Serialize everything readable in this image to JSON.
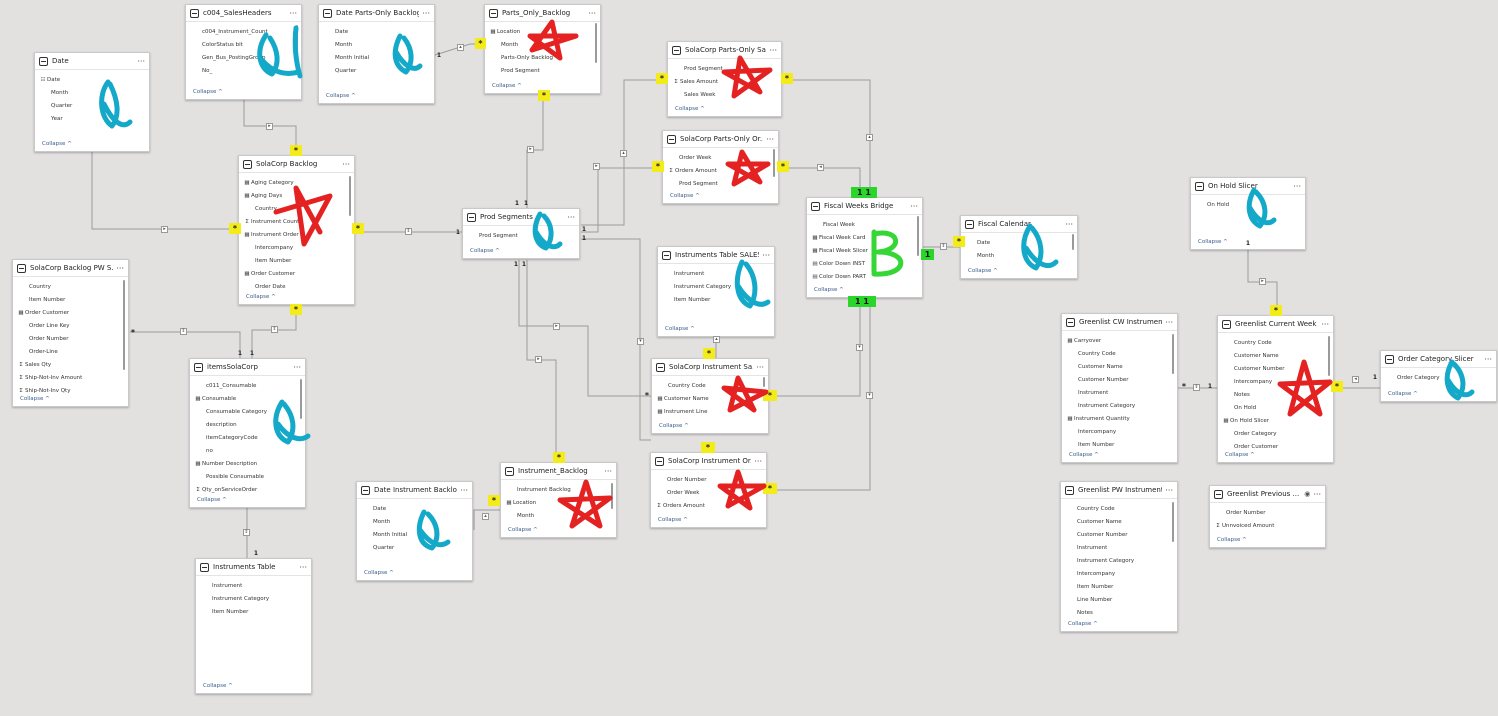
{
  "tables": [
    {
      "id": "date",
      "title": "Date",
      "rows": [
        {
          "icon": "hier",
          "text": "Date"
        },
        {
          "icon": "",
          "text": "Month"
        },
        {
          "icon": "",
          "text": "Quarter"
        },
        {
          "icon": "",
          "text": "Year"
        }
      ],
      "collapse": "Collapse ^"
    },
    {
      "id": "c004",
      "title": "c004_SalesHeaders",
      "rows": [
        {
          "icon": "",
          "text": "c004_Instrument_Count"
        },
        {
          "icon": "",
          "text": "ColorStatus bit"
        },
        {
          "icon": "",
          "text": "Gen_Bus_PostingGroup"
        },
        {
          "icon": "",
          "text": "No_"
        }
      ],
      "collapse": "Collapse ^"
    },
    {
      "id": "dpob",
      "title": "Date Parts-Only Backlog",
      "rows": [
        {
          "icon": "",
          "text": "Date"
        },
        {
          "icon": "",
          "text": "Month"
        },
        {
          "icon": "",
          "text": "Month Initial"
        },
        {
          "icon": "",
          "text": "Quarter"
        }
      ],
      "collapse": "Collapse ^"
    },
    {
      "id": "pob",
      "title": "Parts_Only_Backlog",
      "rows": [
        {
          "icon": "calc",
          "text": "Location"
        },
        {
          "icon": "",
          "text": "Month"
        },
        {
          "icon": "",
          "text": "Parts-Only Backlog"
        },
        {
          "icon": "",
          "text": "Prod Segment"
        }
      ],
      "collapse": "Collapse ^"
    },
    {
      "id": "scpos",
      "title": "SolaCorp Parts-Only Sal...",
      "rows": [
        {
          "icon": "",
          "text": "Prod Segment"
        },
        {
          "icon": "sum",
          "text": "Sales Amount"
        },
        {
          "icon": "",
          "text": "Sales Week"
        }
      ],
      "collapse": "Collapse ^"
    },
    {
      "id": "scpoo",
      "title": "SolaCorp Parts-Only Or...",
      "rows": [
        {
          "icon": "",
          "text": "Order Week"
        },
        {
          "icon": "sum",
          "text": "Orders Amount"
        },
        {
          "icon": "",
          "text": "Prod Segment"
        }
      ],
      "collapse": "Collapse ^"
    },
    {
      "id": "scb",
      "title": "SolaCorp Backlog",
      "rows": [
        {
          "icon": "calc",
          "text": "Aging Category"
        },
        {
          "icon": "calc",
          "text": "Aging Days"
        },
        {
          "icon": "",
          "text": "Country"
        },
        {
          "icon": "sum",
          "text": "Instrument Count"
        },
        {
          "icon": "calc",
          "text": "Instrument Order"
        },
        {
          "icon": "",
          "text": "Intercompany"
        },
        {
          "icon": "",
          "text": "Item Number"
        },
        {
          "icon": "calc",
          "text": "Order Customer"
        },
        {
          "icon": "",
          "text": "Order Date"
        }
      ],
      "collapse": "Collapse ^"
    },
    {
      "id": "ps",
      "title": "Prod Segments",
      "rows": [
        {
          "icon": "",
          "text": "Prod Segment"
        }
      ],
      "collapse": "Collapse ^"
    },
    {
      "id": "fwb",
      "title": "Fiscal Weeks Bridge",
      "rows": [
        {
          "icon": "",
          "text": "Fiscal Week"
        },
        {
          "icon": "calc",
          "text": "Fiscal Week Card"
        },
        {
          "icon": "calc",
          "text": "Fiscal Week Slicer"
        },
        {
          "icon": "table",
          "text": "Color Down INST"
        },
        {
          "icon": "table",
          "text": "Color Down PART"
        }
      ],
      "collapse": "Collapse ^"
    },
    {
      "id": "fc",
      "title": "Fiscal Calendar",
      "rows": [
        {
          "icon": "",
          "text": "Date"
        },
        {
          "icon": "",
          "text": "Month"
        }
      ],
      "collapse": "Collapse ^"
    },
    {
      "id": "ohs",
      "title": "On Hold Slicer",
      "rows": [
        {
          "icon": "",
          "text": "On Hold"
        }
      ],
      "collapse": "Collapse ^"
    },
    {
      "id": "scbpw",
      "title": "SolaCorp Backlog PW S...",
      "rows": [
        {
          "icon": "",
          "text": "Country"
        },
        {
          "icon": "",
          "text": "Item Number"
        },
        {
          "icon": "calc",
          "text": "Order Customer"
        },
        {
          "icon": "",
          "text": "Order Line Key"
        },
        {
          "icon": "",
          "text": "Order Number"
        },
        {
          "icon": "",
          "text": "Order-Line"
        },
        {
          "icon": "sum",
          "text": "Sales Qty"
        },
        {
          "icon": "sum",
          "text": "Ship-Not-Inv Amount"
        },
        {
          "icon": "sum",
          "text": "Ship-Not-Inv Qty"
        }
      ],
      "collapse": "Collapse ^"
    },
    {
      "id": "its",
      "title": "Instruments Table SALES",
      "rows": [
        {
          "icon": "",
          "text": "Instrument"
        },
        {
          "icon": "",
          "text": "Instrument Category"
        },
        {
          "icon": "",
          "text": "Item Number"
        }
      ],
      "collapse": "Collapse ^"
    },
    {
      "id": "isc",
      "title": "itemsSolaCorp",
      "rows": [
        {
          "icon": "",
          "text": "c011_Consumable"
        },
        {
          "icon": "calc",
          "text": "Consumable"
        },
        {
          "icon": "",
          "text": "Consumable Category"
        },
        {
          "icon": "",
          "text": "description"
        },
        {
          "icon": "",
          "text": "itemCategoryCode"
        },
        {
          "icon": "",
          "text": "no"
        },
        {
          "icon": "calc",
          "text": "Number Description"
        },
        {
          "icon": "",
          "text": "Possible Consumable"
        },
        {
          "icon": "sum",
          "text": "Qty_onServiceOrder"
        }
      ],
      "collapse": "Collapse ^"
    },
    {
      "id": "scis",
      "title": "SolaCorp Instrument Sa...",
      "rows": [
        {
          "icon": "",
          "text": "Country Code"
        },
        {
          "icon": "calc",
          "text": "Customer Name"
        },
        {
          "icon": "calc",
          "text": "Instrument Line"
        }
      ],
      "collapse": "Collapse ^"
    },
    {
      "id": "ib",
      "title": "Instrument_Backlog",
      "rows": [
        {
          "icon": "",
          "text": "Instrument Backlog"
        },
        {
          "icon": "calc",
          "text": "Location"
        },
        {
          "icon": "",
          "text": "Month"
        }
      ],
      "collapse": "Collapse ^"
    },
    {
      "id": "dib",
      "title": "Date Instrument Backlog",
      "rows": [
        {
          "icon": "",
          "text": "Date"
        },
        {
          "icon": "",
          "text": "Month"
        },
        {
          "icon": "",
          "text": "Month Initial"
        },
        {
          "icon": "",
          "text": "Quarter"
        }
      ],
      "collapse": "Collapse ^"
    },
    {
      "id": "scio",
      "title": "SolaCorp Instrument Or...",
      "rows": [
        {
          "icon": "",
          "text": "Order Number"
        },
        {
          "icon": "",
          "text": "Order Week"
        },
        {
          "icon": "sum",
          "text": "Orders Amount"
        }
      ],
      "collapse": "Collapse ^"
    },
    {
      "id": "it",
      "title": "Instruments Table",
      "rows": [
        {
          "icon": "",
          "text": "Instrument"
        },
        {
          "icon": "",
          "text": "Instrument Category"
        },
        {
          "icon": "",
          "text": "Item Number"
        }
      ],
      "collapse": "Collapse ^"
    },
    {
      "id": "gcwi",
      "title": "Greenlist CW Instruments",
      "rows": [
        {
          "icon": "calc",
          "text": "Carryover"
        },
        {
          "icon": "",
          "text": "Country Code"
        },
        {
          "icon": "",
          "text": "Customer Name"
        },
        {
          "icon": "",
          "text": "Customer Number"
        },
        {
          "icon": "",
          "text": "Instrument"
        },
        {
          "icon": "",
          "text": "Instrument Category"
        },
        {
          "icon": "calc",
          "text": "Instrument Quantity"
        },
        {
          "icon": "",
          "text": "Intercompany"
        },
        {
          "icon": "",
          "text": "Item Number"
        }
      ],
      "collapse": "Collapse ^"
    },
    {
      "id": "gcw",
      "title": "Greenlist Current Week",
      "rows": [
        {
          "icon": "",
          "text": "Country Code"
        },
        {
          "icon": "",
          "text": "Customer Name"
        },
        {
          "icon": "",
          "text": "Customer Number"
        },
        {
          "icon": "",
          "text": "Intercompany"
        },
        {
          "icon": "",
          "text": "Notes"
        },
        {
          "icon": "",
          "text": "On Hold"
        },
        {
          "icon": "calc",
          "text": "On Hold Slicer"
        },
        {
          "icon": "",
          "text": "Order Category"
        },
        {
          "icon": "",
          "text": "Order Customer"
        }
      ],
      "collapse": "Collapse ^"
    },
    {
      "id": "ocs",
      "title": "Order Category Slicer",
      "rows": [
        {
          "icon": "",
          "text": "Order Category"
        }
      ],
      "collapse": "Collapse ^"
    },
    {
      "id": "gpwi",
      "title": "Greenlist PW Instruments",
      "rows": [
        {
          "icon": "",
          "text": "Country Code"
        },
        {
          "icon": "",
          "text": "Customer Name"
        },
        {
          "icon": "",
          "text": "Customer Number"
        },
        {
          "icon": "",
          "text": "Instrument"
        },
        {
          "icon": "",
          "text": "Instrument Category"
        },
        {
          "icon": "",
          "text": "Intercompany"
        },
        {
          "icon": "",
          "text": "Item Number"
        },
        {
          "icon": "",
          "text": "Line Number"
        },
        {
          "icon": "",
          "text": "Notes"
        }
      ],
      "collapse": "Collapse ^"
    },
    {
      "id": "gprev",
      "title": "Greenlist Previous ...",
      "rows": [
        {
          "icon": "",
          "text": "Order Number"
        },
        {
          "icon": "sum",
          "text": "Unnvoiced Amount"
        }
      ],
      "collapse": "Collapse ^"
    }
  ],
  "cardinality": {
    "many": "*",
    "one": "1",
    "green_one": "1 1"
  },
  "annotations": {
    "b_letter": "B"
  },
  "colors": {
    "canvas": "#e2e1e0",
    "marker_yellow": "#f3ec19",
    "marker_green": "#2bd62b",
    "scribble_blue": "#14a9c9",
    "scribble_red": "#e52222",
    "scribble_green": "#36d636",
    "line": "#9c9c9c"
  }
}
